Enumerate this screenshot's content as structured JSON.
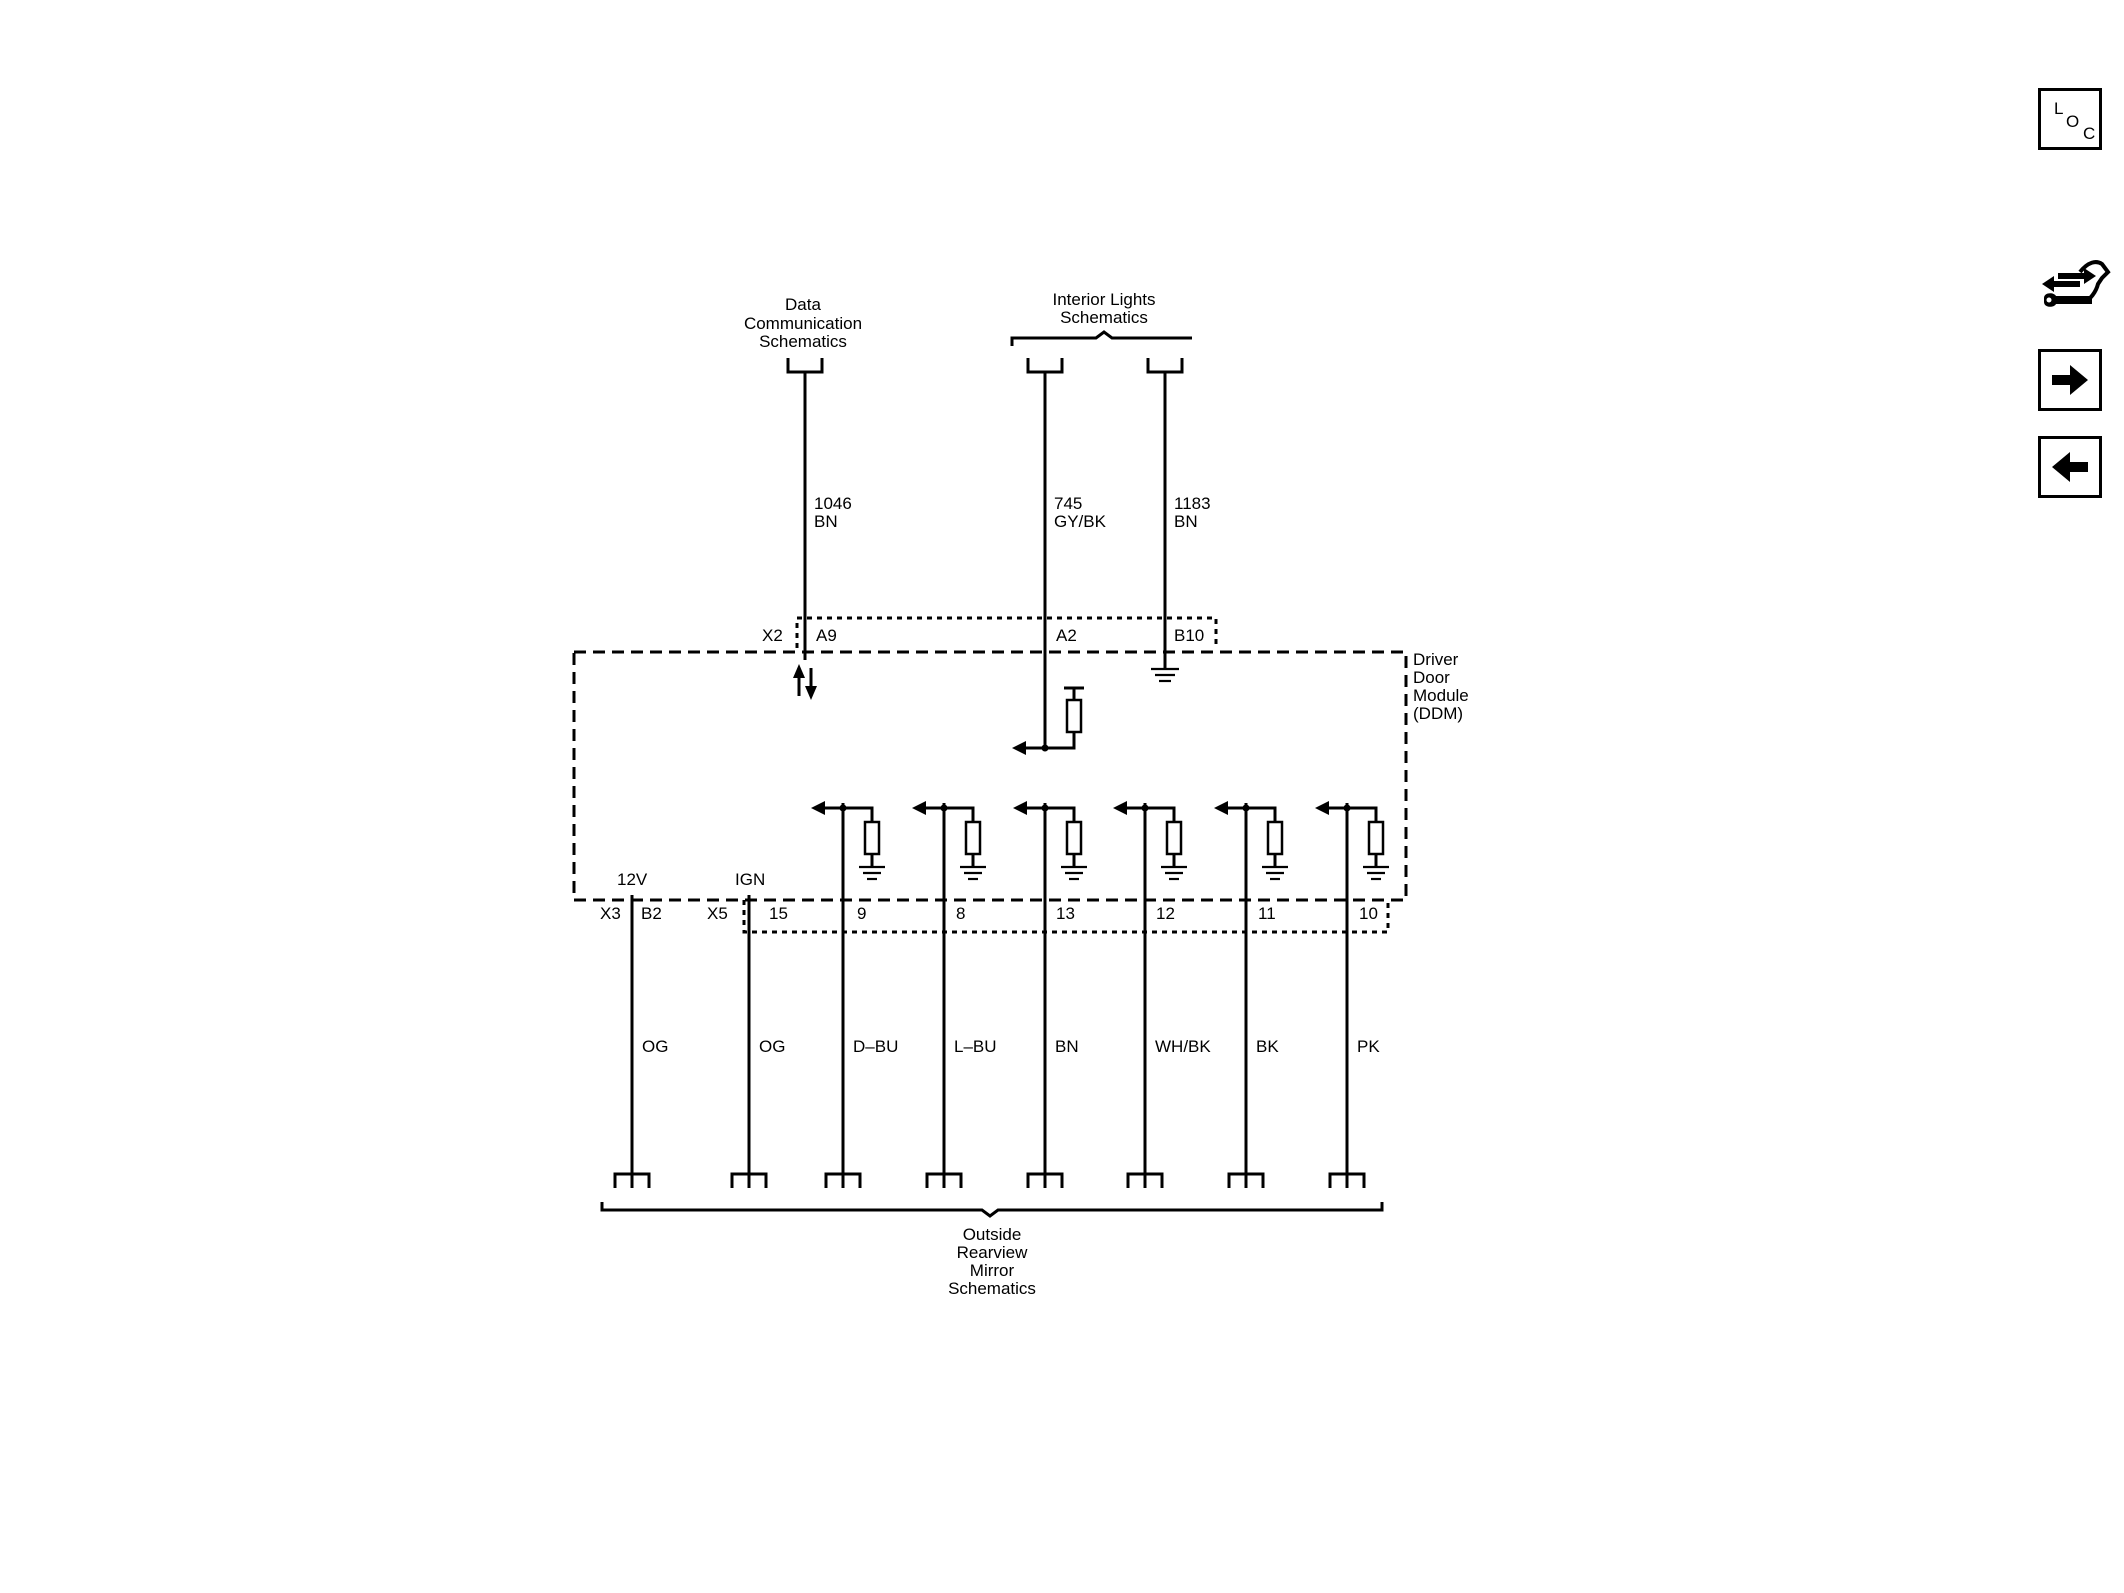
{
  "nav": {
    "loc": {
      "l": "L",
      "o": "O",
      "c": "C"
    },
    "icons": [
      "location-icon",
      "service-tools-icon",
      "arrow-right-icon",
      "arrow-left-icon"
    ]
  },
  "references": {
    "data_comm": [
      "Data",
      "Communication",
      "Schematics"
    ],
    "interior_lights": [
      "Interior Lights",
      "Schematics"
    ],
    "mirror": [
      "Outside",
      "Rearview",
      "Mirror",
      "Schematics"
    ]
  },
  "top_wires": [
    {
      "circuit": "1046",
      "color": "BN",
      "pin": "A9"
    },
    {
      "circuit": "745",
      "color": "GY/BK",
      "pin": "A2"
    },
    {
      "circuit": "1183",
      "color": "BN",
      "pin": "B10"
    }
  ],
  "connectors": {
    "top": "X2",
    "bottom_left": "X3",
    "bottom_right": "X5"
  },
  "module": [
    "Driver",
    "Door",
    "Module",
    "(DDM)"
  ],
  "power_labels": {
    "b12v": "12V",
    "ign": "IGN"
  },
  "bottom_wires": [
    {
      "pin": "B2",
      "color": "OG"
    },
    {
      "pin": "15",
      "color": "OG"
    },
    {
      "pin": "9",
      "color": "D–BU"
    },
    {
      "pin": "8",
      "color": "L–BU"
    },
    {
      "pin": "13",
      "color": "BN"
    },
    {
      "pin": "12",
      "color": "WH/BK"
    },
    {
      "pin": "11",
      "color": "BK"
    },
    {
      "pin": "10",
      "color": "PK"
    }
  ]
}
